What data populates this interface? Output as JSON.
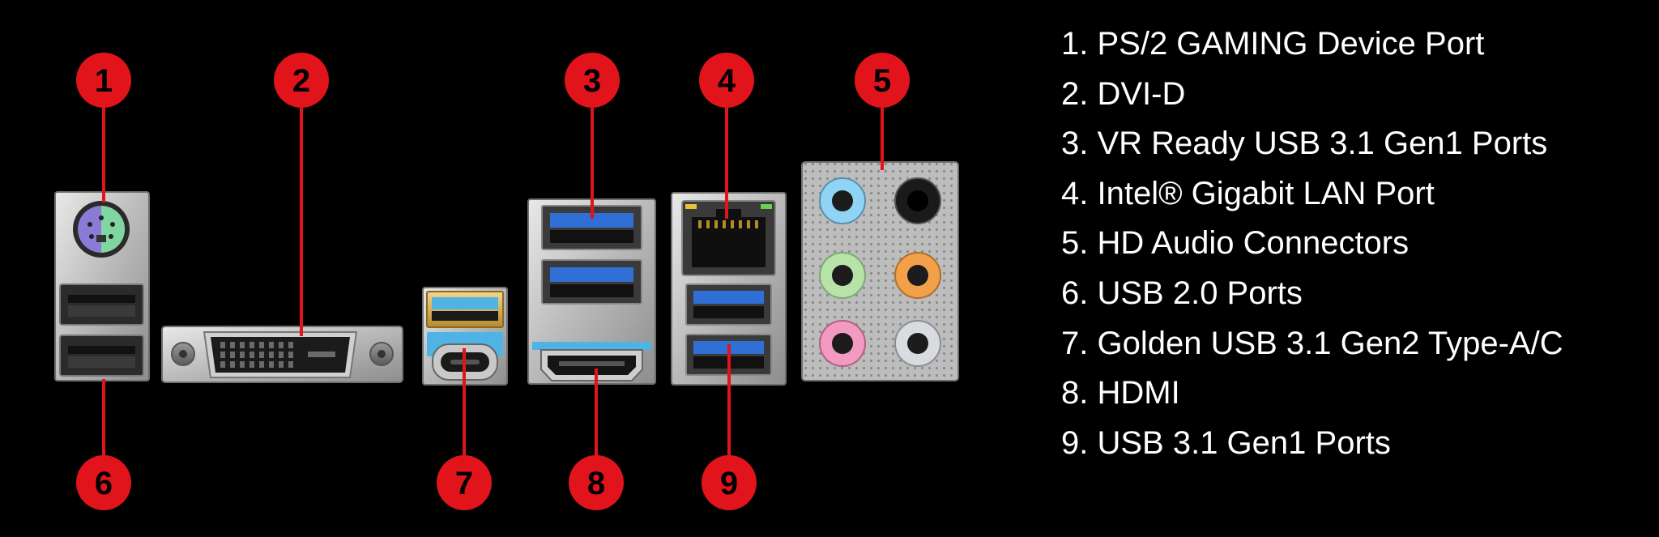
{
  "colors": {
    "background": "#000000",
    "callout_red": "#e1141b",
    "legend_text": "#ffffff",
    "usb3_blue": "#2f6fd6",
    "usb_c_cyan": "#4fb3e6",
    "audio_blue": "#8fd3f5",
    "audio_green": "#b7e3a9",
    "audio_orange": "#f2a04a",
    "audio_pink": "#f29ac0",
    "audio_grey": "#d8dbe0",
    "audio_black": "#1a1a1a",
    "ps2_purple": "#8a7bd6",
    "ps2_green": "#7fd6a0"
  },
  "callouts": [
    "1",
    "2",
    "3",
    "4",
    "5",
    "6",
    "7",
    "8",
    "9"
  ],
  "legend": [
    "1. PS/2 GAMING Device Port",
    "2. DVI-D",
    "3. VR Ready USB 3.1 Gen1 Ports",
    "4. Intel® Gigabit LAN Port",
    "5. HD Audio Connectors",
    "6. USB 2.0 Ports",
    "7. Golden USB 3.1 Gen2 Type-A/C",
    "8. HDMI",
    "9. USB 3.1 Gen1 Ports"
  ]
}
